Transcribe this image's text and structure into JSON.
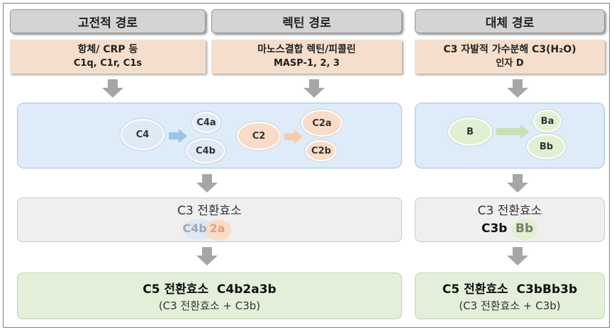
{
  "headers": {
    "classical": "고전적 경로",
    "lectin": "렉틴 경로",
    "alternative": "대체 경로"
  },
  "initiators": {
    "classical": {
      "line1": "항체/ CRP 등",
      "line2": "C1q, C1r, C1s"
    },
    "lectin": {
      "line1": "마노스결합 렉틴/피콜린",
      "line2": "MASP-1, 2, 3"
    },
    "alternative": {
      "line1": "C3 자발적 가수분해 C3(H₂O)",
      "line2": "인자 D"
    }
  },
  "cleavage": {
    "c4": "C4",
    "c4a": "C4a",
    "c4b": "C4b",
    "c2": "C2",
    "c2a": "C2a",
    "c2b": "C2b",
    "b": "B",
    "ba": "Ba",
    "bb": "Bb"
  },
  "c3_convertase": {
    "left_title": "C3 전환효소",
    "left_part1": "C4b",
    "left_part2": "2a",
    "right_title": "C3 전환효소",
    "right_part1": "C3b",
    "right_part2": "Bb"
  },
  "c5_convertase": {
    "left_title": "C5 전환효소  C4b2a3b",
    "left_note": "(C3 전환효소 + C3b)",
    "right_title": "C5 전환효소  C3bBb3b",
    "right_note": "(C3 전환효소 + C3b)"
  },
  "colors": {
    "header_fill": "#d4d4d4",
    "initiator_fill": "#f5dfcc",
    "cleavage_panel": "#deebf8",
    "convertase_panel": "#efefef",
    "c5_panel": "#e4efda",
    "arrow_gray": "#a6a6a6",
    "arrow_blue": "#9dc3e6",
    "arrow_peach": "#f8cbad",
    "arrow_green": "#c5e0b4"
  }
}
